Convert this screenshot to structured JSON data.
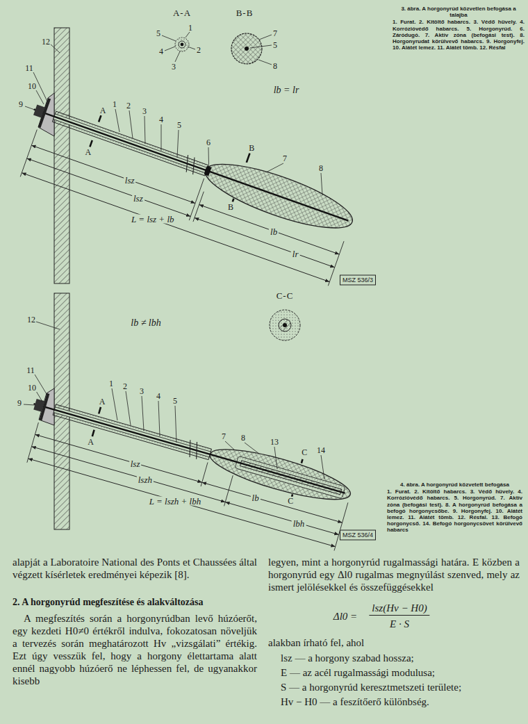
{
  "diagram": {
    "title": "2. A horgonyrúd megfeszítése és alakváltozása",
    "labels": [
      "A-A",
      "B-B",
      "5",
      "1",
      "4",
      "2",
      "3",
      "7",
      "5",
      "8",
      "lb = lr",
      "12",
      "11",
      "10",
      "9",
      "1",
      "2",
      "A",
      "3",
      "A",
      "4",
      "5",
      "6",
      "B",
      "7",
      "8",
      "B",
      "lsz",
      "lsz",
      "L = lsz + lb",
      "lb",
      "lr",
      "MSZ 536/3",
      "3. ábra. A horgonyrúd közvetlen befogása a talajba",
      "1. Furat. 2. Kitöltő habarcs. 3. Védő hüvely. 4. Korrózióvédő habarcs. 5. Horgonyrúd. 6. Záródugó. 7. Aktív zóna (befogási test). 8. Horgonyrudat körülvevő habarcs. 9. Horgonyfej. 10. Alátét lemez. 11. Alátét tömb. 12. Résfal",
      "C-C",
      "lb ≠ lbh",
      "12",
      "11",
      "10",
      "9",
      "1",
      "2",
      "A",
      "3",
      "A",
      "4",
      "5",
      "7",
      "8",
      "13",
      "C",
      "14",
      "C",
      "lsz",
      "lszh",
      "L = lszh + lbh",
      "lb",
      "lbh",
      "MSZ 536/4",
      "4. ábra. A horgonyrúd közvetett befogása",
      "1. Furat. 2. Kitöltő habarcs. 3. Védő hüvely. 4. Korrózióvédő habarcs. 5. Horgonyrúd. 7. Aktív zóna (befogási test). 8. A horgonyrúd befogása a befogó horgonycsőbe. 9. Horgonyfej. 10. Alátét lemez. 11. Alátét tömb. 12. Résfal. 13. Befogó horgonycső. 14. Befogó horgonycsövet körülvevő habarcs",
      "alapját a Laboratoire National des Ponts et Chaussées által végzett kísérletek eredményei képezik [8].",
      "A megfeszítés során a horgonyrúdban levő húzóerőt, egy kezdeti H0≠0 értékről indulva, fokozatosan növeljük a tervezés során meghatározott Hv „vizsgálati” értékig. Ezt úgy vesszük fel, hogy a horgony élettartama alatt ennél nagyobb húzóerő ne léphessen fel, de ugyanakkor kisebb",
      "legyen, mint a horgonyrúd rugalmassági határa. E közben a horgonyrúd egy Δl0 rugalmas megnyúlást szenved, mely az ismert jelölésekkel és összefüggésekkel",
      "Δl0 =",
      "lsz(Hv − H0)",
      "E · S",
      "alakban írható fel, ahol",
      "lsz — a horgony szabad hossza;",
      "E — az acél rugalmassági modulusa;",
      "S — a horgonyrúd keresztmetszeti területe;",
      "Hv − H0 — a feszítőerő különbség."
    ]
  }
}
